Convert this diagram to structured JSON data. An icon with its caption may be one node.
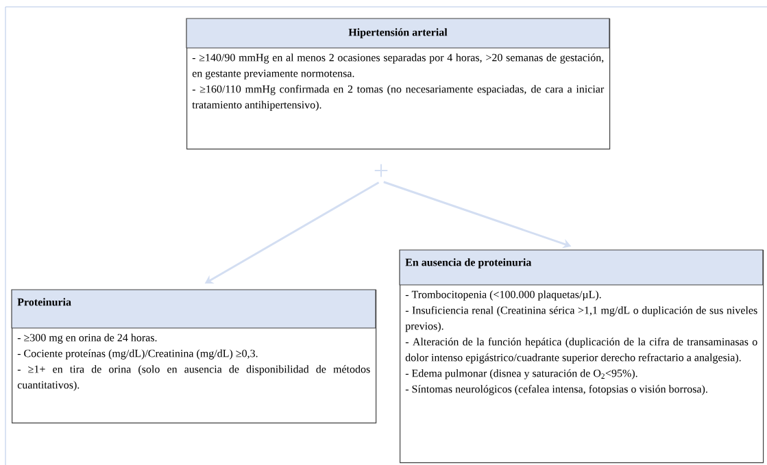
{
  "diagram": {
    "nodes": [
      {
        "text": [
          "Hipertensión arterial",
          "- ≥140/90 mmHg en al menos 2 ocasiones separadas por 4 horas, >20 semanas de gestación, en gestante previamente normotensa.",
          "- ≥160/110 mmHg confirmada en 2 tomas (no necesariamente espaciadas, de cara a iniciar tratamiento antihipertensivo)."
        ]
      },
      {
        "text": [
          "+"
        ]
      },
      {
        "text": [
          "Proteinuria",
          "- ≥300 mg en orina de 24 horas.",
          "- Cociente proteínas (mg/dL)/Creatinina (mg/dL) ≥0,3.",
          "- ≥1+ en tira de orina (solo en ausencia de disponibilidad de métodos cuantitativos)."
        ]
      },
      {
        "text": [
          "En ausencia de proteinuria",
          "- Trombocitopenia (<100.000 plaquetas/µL).",
          "- Insuficiencia renal (Creatinina sérica >1,1 mg/dL o duplicación de sus niveles previos).",
          "- Alteración de la función hepática (duplicación de la cifra de transaminasas o dolor intenso epigástrico/cuadrante superior derecho refractario a analgesia).",
          "- Edema pulmonar (disnea y saturación de O$_{2}$<95%).",
          "- Síntomas neurológicos (cefalea intensa, fotopsias o visión borrosa)."
        ]
      }
    ],
    "edges": [
      {
        "from": 1,
        "to": 2,
        "arrow": "to"
      },
      {
        "from": 1,
        "to": 3,
        "arrow": "to"
      }
    ]
  }
}
